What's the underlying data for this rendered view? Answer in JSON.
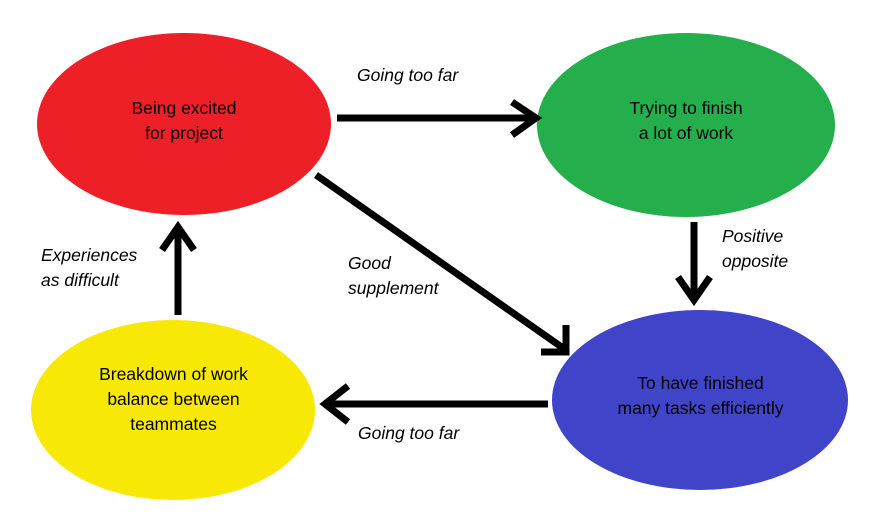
{
  "diagram": {
    "title": "Cycle diagram of project work dynamics",
    "background_color": "#ffffff",
    "arrow_color": "#000000",
    "nodes": [
      {
        "id": "excited",
        "label": "Being excited\nfor project",
        "color": "#ee2027",
        "name": "node-being-excited-for-project"
      },
      {
        "id": "trying",
        "label": "Trying to finish\na lot of work",
        "color": "#24ae4c",
        "name": "node-trying-to-finish-a-lot-of-work"
      },
      {
        "id": "finished",
        "label": "To have finished\nmany tasks efficiently",
        "color": "#3f44c8",
        "name": "node-to-have-finished-many-tasks-efficiently"
      },
      {
        "id": "breakdown",
        "label": "Breakdown of work\nbalance between\nteammates",
        "color": "#f8e806",
        "name": "node-breakdown-of-work-balance-between-teammates"
      }
    ],
    "edges": [
      {
        "id": "excited-to-trying",
        "label": "Going too far",
        "from": "excited",
        "to": "trying",
        "name": "edge-going-too-far-top"
      },
      {
        "id": "trying-to-finished",
        "label": "Positive\nopposite",
        "from": "trying",
        "to": "finished",
        "name": "edge-positive-opposite"
      },
      {
        "id": "finished-to-breakdown",
        "label": "Going too far",
        "from": "finished",
        "to": "breakdown",
        "name": "edge-going-too-far-bottom"
      },
      {
        "id": "breakdown-to-excited",
        "label": "Experiences\nas difficult",
        "from": "breakdown",
        "to": "excited",
        "name": "edge-experiences-as-difficult"
      },
      {
        "id": "excited-to-finished",
        "label": "Good\nsupplement",
        "from": "excited",
        "to": "finished",
        "name": "edge-good-supplement"
      }
    ]
  }
}
